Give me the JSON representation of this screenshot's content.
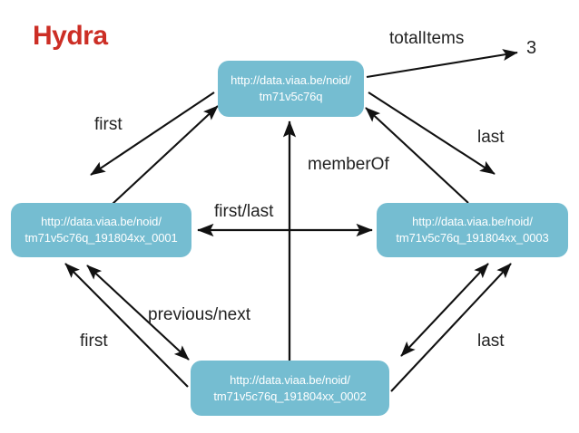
{
  "title": "Hydra",
  "colors": {
    "node_fill": "#75bdd1",
    "node_text": "#ffffff",
    "title": "#cc2e25",
    "edge": "#111111",
    "label_text": "#232323",
    "background": "#ffffff"
  },
  "nodes": {
    "top": "http://data.viaa.be/noid/\ntm71v5c76q",
    "left": "http://data.viaa.be/noid/\ntm71v5c76q_191804xx_0001",
    "right": "http://data.viaa.be/noid/\ntm71v5c76q_191804xx_0003",
    "bottom": "http://data.viaa.be/noid/\ntm71v5c76q_191804xx_0002"
  },
  "labels": {
    "total_items": "totalItems",
    "total_items_value": "3",
    "first_top": "first",
    "last_top": "last",
    "member_of": "memberOf",
    "first_last": "first/last",
    "previous_next": "previous/next",
    "first_bottom": "first",
    "last_bottom": "last"
  },
  "graph_data": {
    "type": "diagram",
    "edges": [
      {
        "from": "top",
        "to": "total_items_value",
        "label": "totalItems",
        "arrow": "single"
      },
      {
        "from": "left",
        "to": "top",
        "label": "first",
        "arrow": "double"
      },
      {
        "from": "right",
        "to": "top",
        "label": "last",
        "arrow": "double"
      },
      {
        "from": "bottom",
        "to": "top",
        "label": "memberOf",
        "arrow": "single"
      },
      {
        "from": "left",
        "to": "right",
        "label": "first/last",
        "arrow": "double"
      },
      {
        "from": "left",
        "to": "bottom",
        "label": "previous/next",
        "arrow": "double"
      },
      {
        "from": "left",
        "to": "bottom",
        "label": "first",
        "arrow": "single"
      },
      {
        "from": "right",
        "to": "bottom",
        "label": "last",
        "arrow": "double"
      }
    ]
  }
}
